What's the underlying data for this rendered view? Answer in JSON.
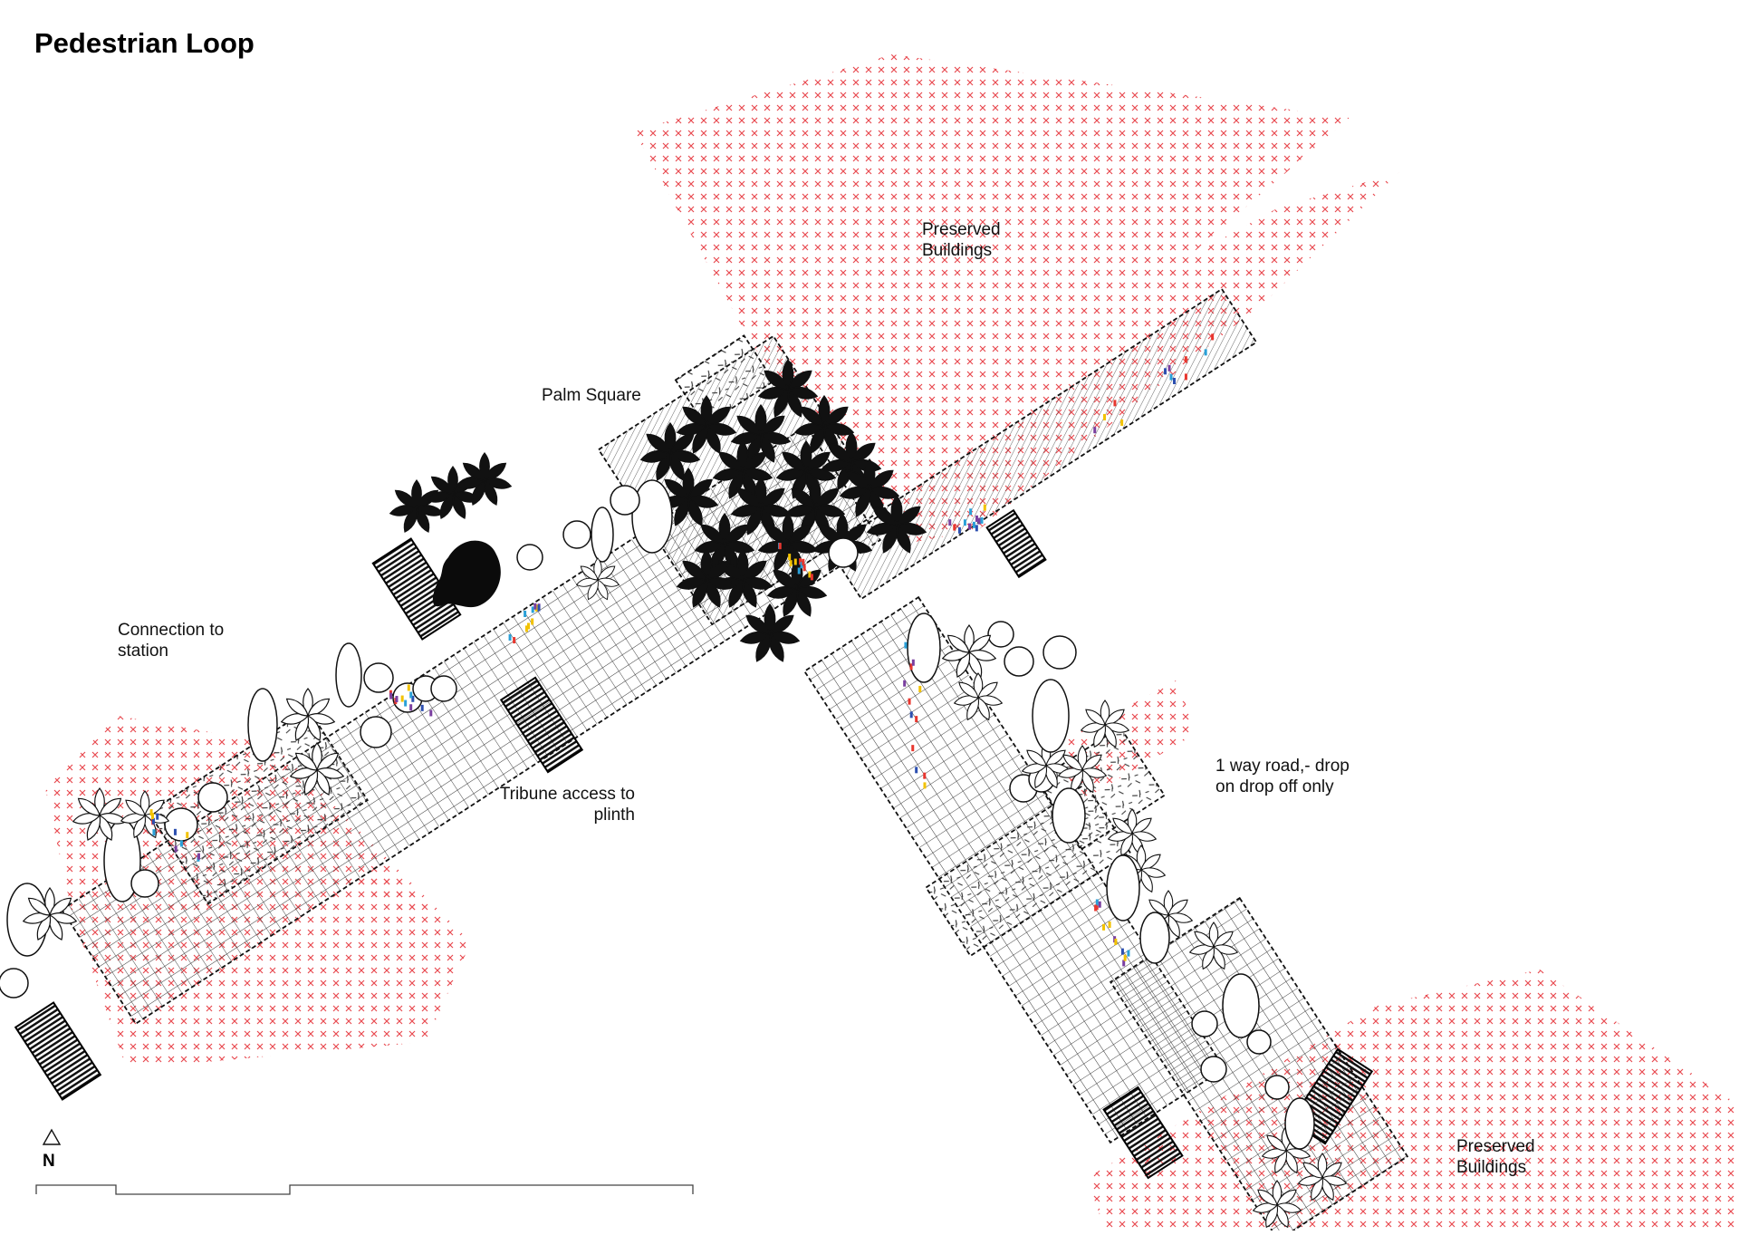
{
  "title": "Pedestrian Loop",
  "labels": {
    "preserved_top_1": "Preserved",
    "preserved_top_2": "Buildings",
    "palm_square": "Palm Square",
    "connection_1": "Connection to",
    "connection_2": "station",
    "tribune_1": "Tribune access to",
    "tribune_2": "plinth",
    "oneway_1": "1 way road,- drop",
    "oneway_2": "on drop off only",
    "preserved_bottom_1": "Preserved",
    "preserved_bottom_2": "Buildings"
  },
  "north_label": "N",
  "colors": {
    "preserved_marks": "#e8494f",
    "ink": "#111111",
    "people": [
      "#e8362e",
      "#f2c200",
      "#2c4fb0",
      "#7a3fa0",
      "#2aa0d8"
    ]
  },
  "icons": [
    "north-arrow-icon",
    "palm-tree-icon",
    "deciduous-tree-icon",
    "cypress-tree-icon",
    "tribune-stair-icon",
    "pond-icon"
  ]
}
